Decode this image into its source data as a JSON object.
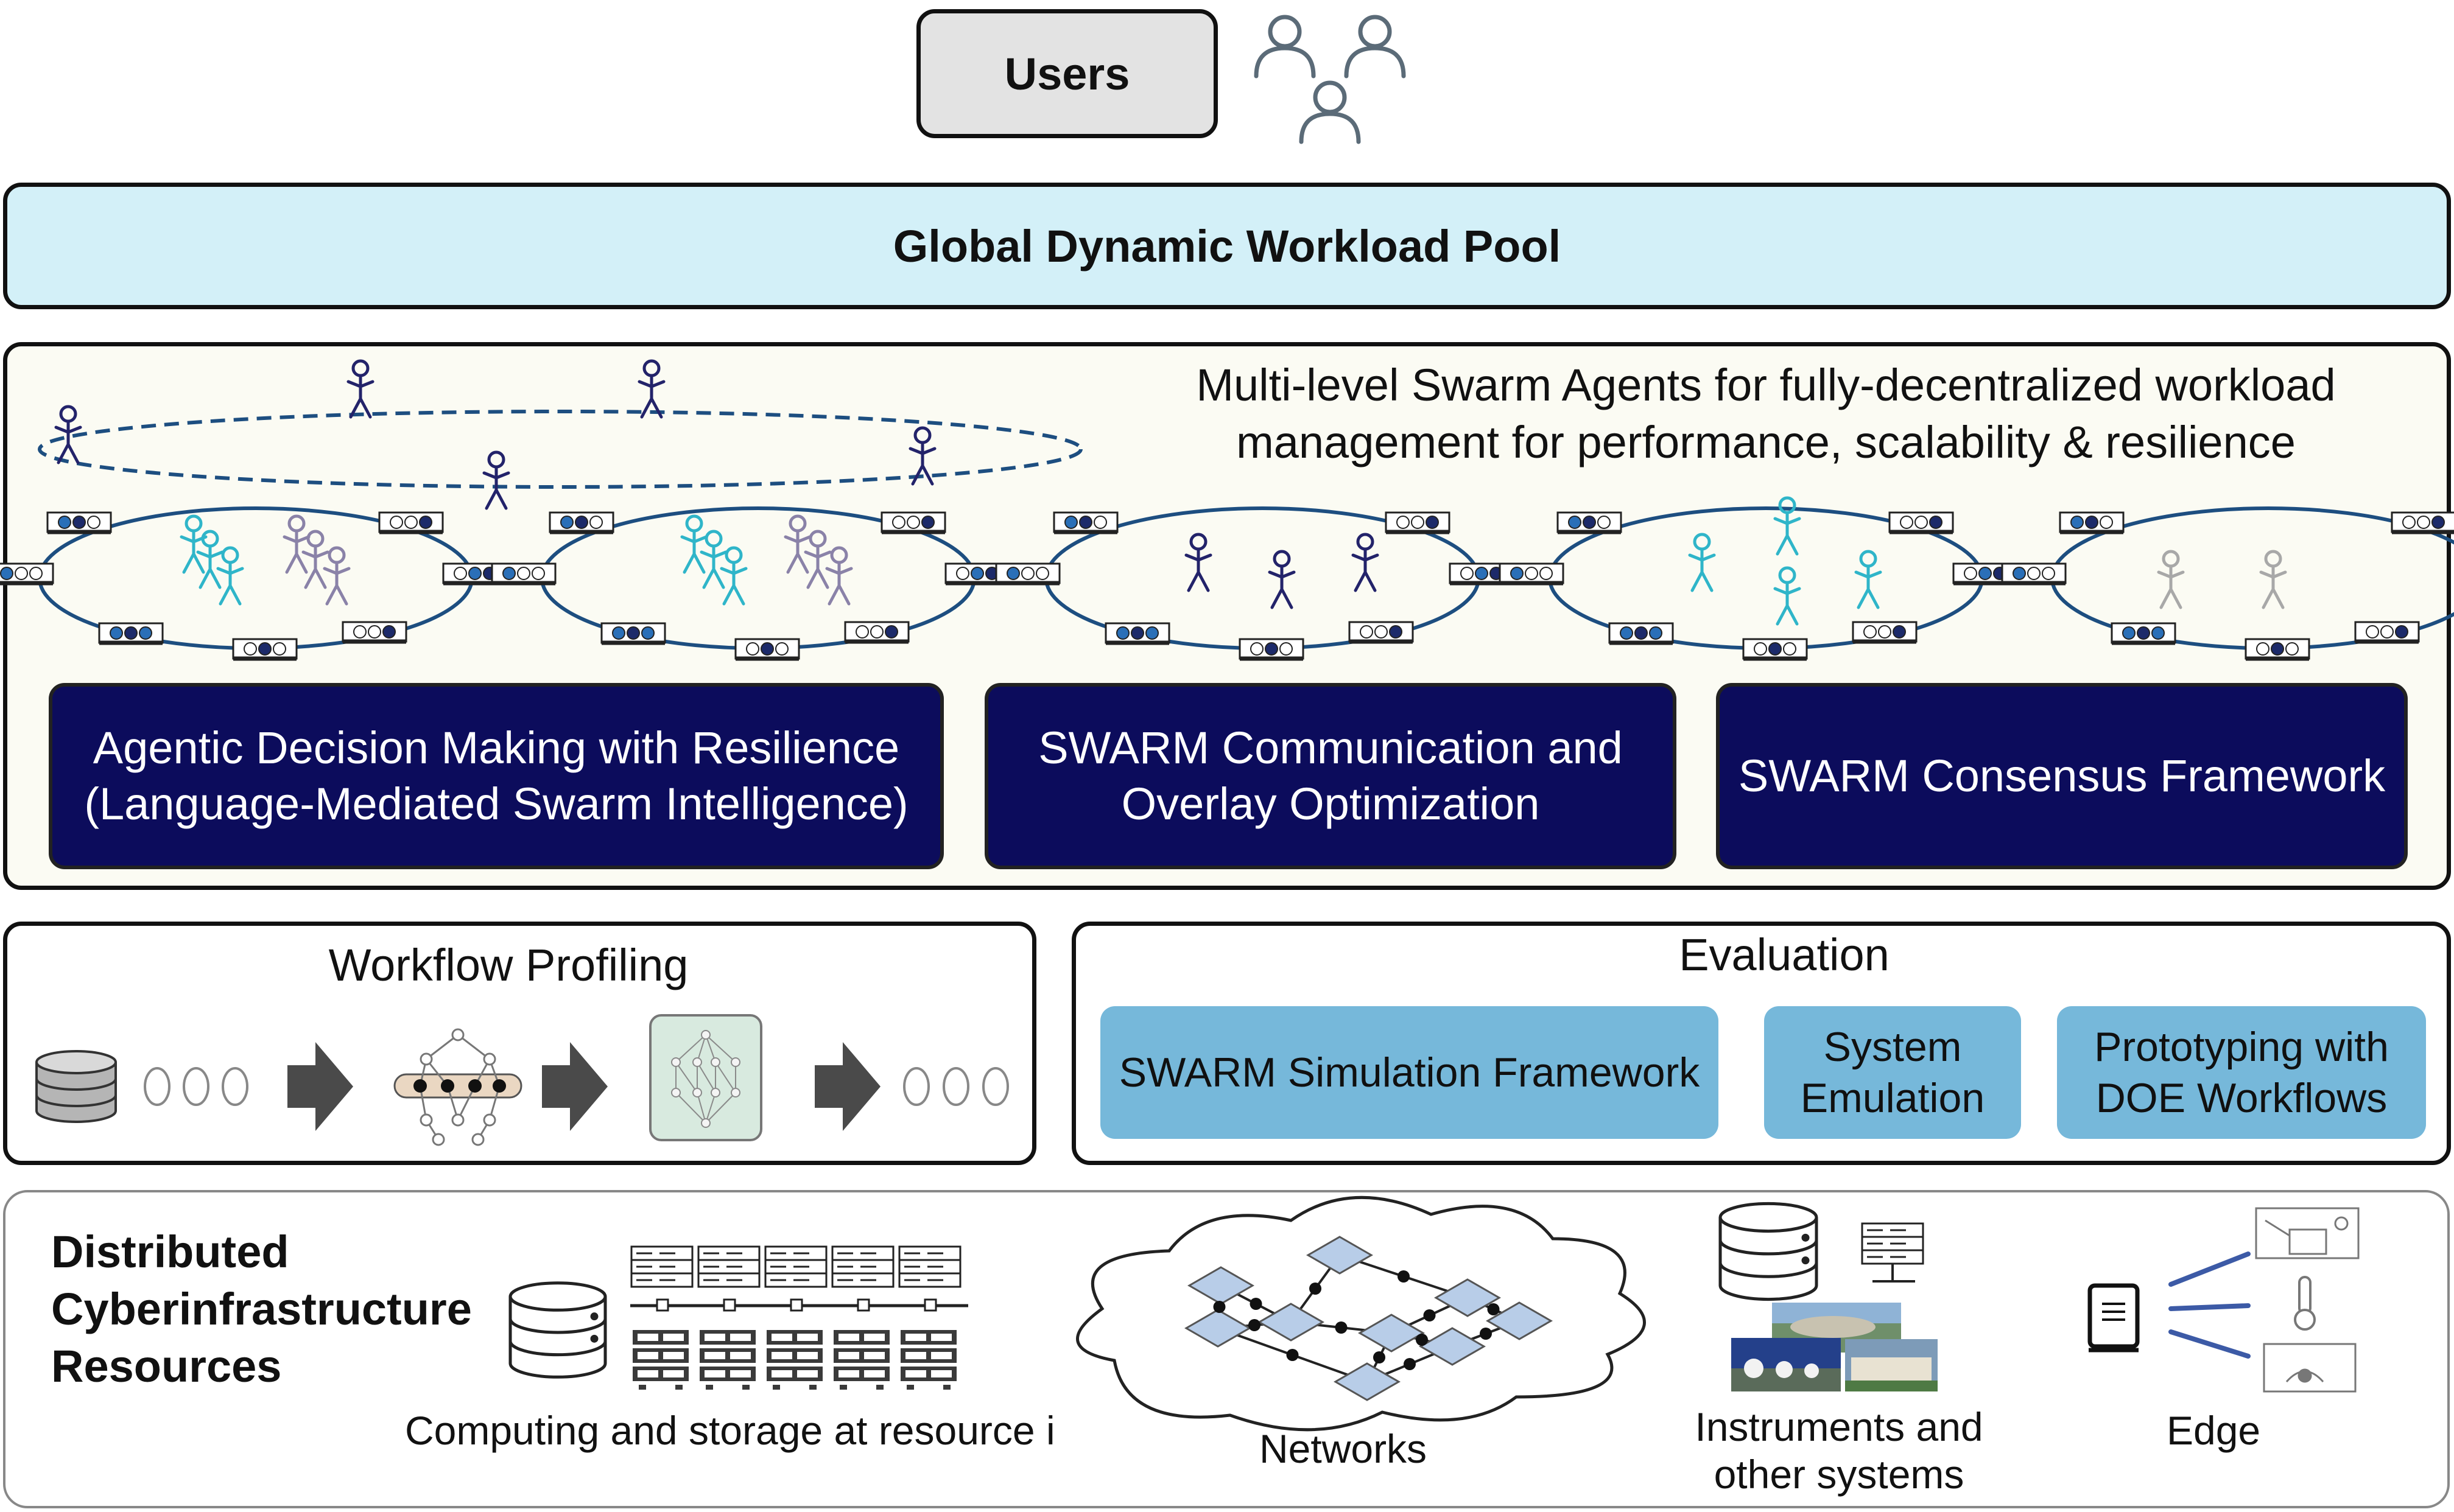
{
  "users": {
    "label": "Users",
    "icon": "users-group-icon"
  },
  "workload_pool": {
    "label": "Global Dynamic Workload Pool"
  },
  "swarm": {
    "title_line1": "Multi-level Swarm Agents for fully-decentralized workload",
    "title_line2": "management for performance, scalability & resilience",
    "components": [
      {
        "line1": "Agentic Decision Making with Resilience",
        "line2": "(Language-Mediated Swarm Intelligence)"
      },
      {
        "line1": "SWARM Communication and",
        "line2": "Overlay Optimization"
      },
      {
        "line1": "SWARM Consensus Framework",
        "line2": ""
      }
    ]
  },
  "profiling": {
    "title": "Workflow Profiling"
  },
  "evaluation": {
    "title": "Evaluation",
    "items": [
      {
        "line1": "SWARM Simulation Framework",
        "line2": ""
      },
      {
        "line1": "System",
        "line2": "Emulation"
      },
      {
        "line1": "Prototyping with",
        "line2": "DOE Workflows"
      }
    ]
  },
  "resources": {
    "title_line1": "Distributed",
    "title_line2": "Cyberinfrastructure",
    "title_line3": "Resources",
    "computing": "Computing and storage at resource i",
    "networks": "Networks",
    "instruments_line1": "Instruments and",
    "instruments_line2": "other systems",
    "edge": "Edge"
  },
  "colors": {
    "navy": "#0c0c5c",
    "sky": "#76b8da",
    "pool": "#d3f0f8",
    "swarm_bg": "#fbfbf3",
    "ring": "#1d4e80",
    "teal_agent": "#2fb5c9",
    "purple_agent": "#8a82a8",
    "dark_agent": "#23236a",
    "gray_agent": "#a8a8a8"
  }
}
